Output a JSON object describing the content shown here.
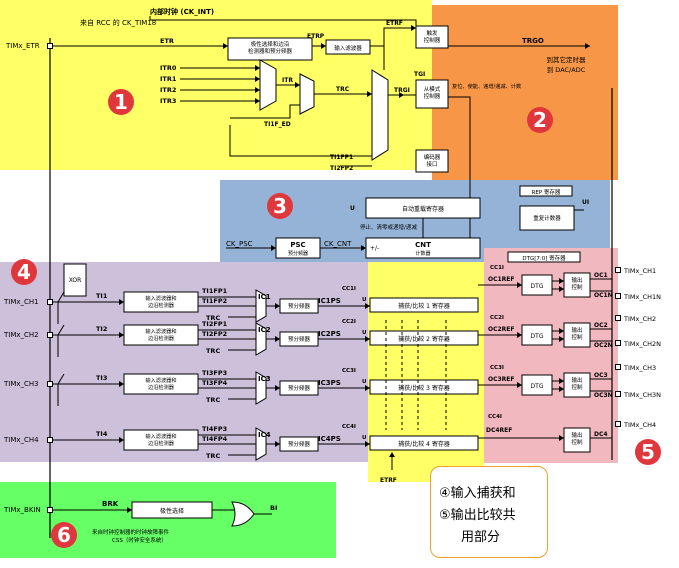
{
  "regions": {
    "r1": {
      "num": "1",
      "color": "#ffff66"
    },
    "r2": {
      "num": "2",
      "color": "#f79646"
    },
    "r3": {
      "num": "3",
      "color": "#95b3d7"
    },
    "r4": {
      "num": "4",
      "color": "#ccc0da"
    },
    "r5": {
      "num": "5",
      "color": "#f2b8c0"
    },
    "r6": {
      "num": "6",
      "color": "#66ff66"
    }
  },
  "badge_color": "#e0373c",
  "top": {
    "internal_clock": "内部时钟 (CK_INT)",
    "from_rcc": "来自 RCC 的 CK_TIM18"
  },
  "pins": {
    "etr": "TIMx_ETR",
    "ch1": "TIMx_CH1",
    "ch2": "TIMx_CH2",
    "ch3": "TIMx_CH3",
    "ch4": "TIMx_CH4",
    "bkin": "TIMx_BKIN",
    "out_ch1": "TIMx_CH1",
    "out_ch1n": "TIMx_CH1N",
    "out_ch2": "TIMx_CH2",
    "out_ch2n": "TIMx_CH2N",
    "out_ch3": "TIMx_CH3",
    "out_ch3n": "TIMx_CH3N",
    "out_ch4": "TIMx_CH4"
  },
  "r1_labels": {
    "etr": "ETR",
    "etrp": "ETRP",
    "etrf": "ETRF",
    "itr0": "ITR0",
    "itr1": "ITR1",
    "itr2": "ITR2",
    "itr3": "ITR3",
    "itr": "ITR",
    "trc": "TRC",
    "trgi": "TRGI",
    "tgi": "TGI",
    "ti1f_ed": "TI1F_ED",
    "ti1fp1": "TI1FP1",
    "ti2fp2": "TI2FP2",
    "polarity_box": "极性选择和边沿\n检测器和预分频器",
    "input_filter": "输入滤波器"
  },
  "r2_labels": {
    "trigger_ctrl": "触发\n控制器",
    "slave_ctrl": "从模式\n控制器",
    "encoder_if": "编码器\n接口",
    "trgo": "TRGO",
    "to_other": "到其它定时器",
    "to_dac": "到 DAC/ADC",
    "reset_text": "复位、使能、递增/递减、计数"
  },
  "r3_labels": {
    "rep_reg": "REP 寄存器",
    "auto_reload": "自动重载寄存器",
    "rep_counter": "重复计数器",
    "stop_clear": "停止、清零或递增/递减",
    "ck_psc": "CK_PSC",
    "psc": "PSC",
    "prescaler": "预分频器",
    "ck_cnt": "CK_CNT",
    "cnt": "CNT",
    "counter": "计数器",
    "u": "U",
    "ui": "UI",
    "plusminus": "+/-"
  },
  "r4_labels": {
    "xor": "XOR",
    "ti1": "TI1",
    "ti2": "TI2",
    "ti3": "TI3",
    "ti4": "TI4",
    "filter_box": "输入滤波器和\n边沿检测器",
    "ti1fp1": "TI1FP1",
    "ti1fp2": "TI1FP2",
    "ti2fp1": "TI2FP1",
    "ti2fp2": "TI2FP2",
    "ti3fp3": "TI3FP3",
    "ti3fp4": "TI3FP4",
    "ti4fp3": "TI4FP3",
    "ti4fp4": "TI4FP4",
    "trc": "TRC",
    "ic1": "IC1",
    "ic2": "IC2",
    "ic3": "IC3",
    "ic4": "IC4",
    "prescaler": "预分频器",
    "ic1ps": "IC1PS",
    "ic2ps": "IC2PS",
    "ic3ps": "IC3PS",
    "ic4ps": "IC4PS",
    "cc1i": "CC1I",
    "cc2i": "CC2I",
    "cc3i": "CC3I",
    "cc4i": "CC4I",
    "u": "U"
  },
  "cc_regs": {
    "r1": "捕获/比较 1 寄存器",
    "r2": "捕获/比较 2 寄存器",
    "r3": "捕获/比较 3 寄存器",
    "r4": "捕获/比较 4 寄存器",
    "etrf": "ETRF"
  },
  "r5_labels": {
    "dtg_reg": "DTG[7:0] 寄存器",
    "dtg": "DTG",
    "out_ctrl": "输出\n控制",
    "cc1i": "CC1I",
    "cc2i": "CC2I",
    "cc3i": "CC3I",
    "cc4i": "CC4I",
    "oc1ref": "OC1REF",
    "oc2ref": "OC2REF",
    "oc3ref": "OC3REF",
    "oc4ref": "DC4REF",
    "oc1": "OC1",
    "oc1n": "OC1N",
    "oc2": "OC2",
    "oc2n": "OC2N",
    "oc3": "OC3",
    "oc3n": "OC3N",
    "oc4": "DC4"
  },
  "r6_labels": {
    "brk": "BRK",
    "polarity": "极性选择",
    "bi": "BI",
    "css_line1": "来自时钟控制器的时钟故障事件",
    "css_line2": "CSS（时钟安全系统）"
  },
  "callout": {
    "line1": "④输入捕获和",
    "line2": "⑤输出比较共",
    "line3": "用部分"
  }
}
